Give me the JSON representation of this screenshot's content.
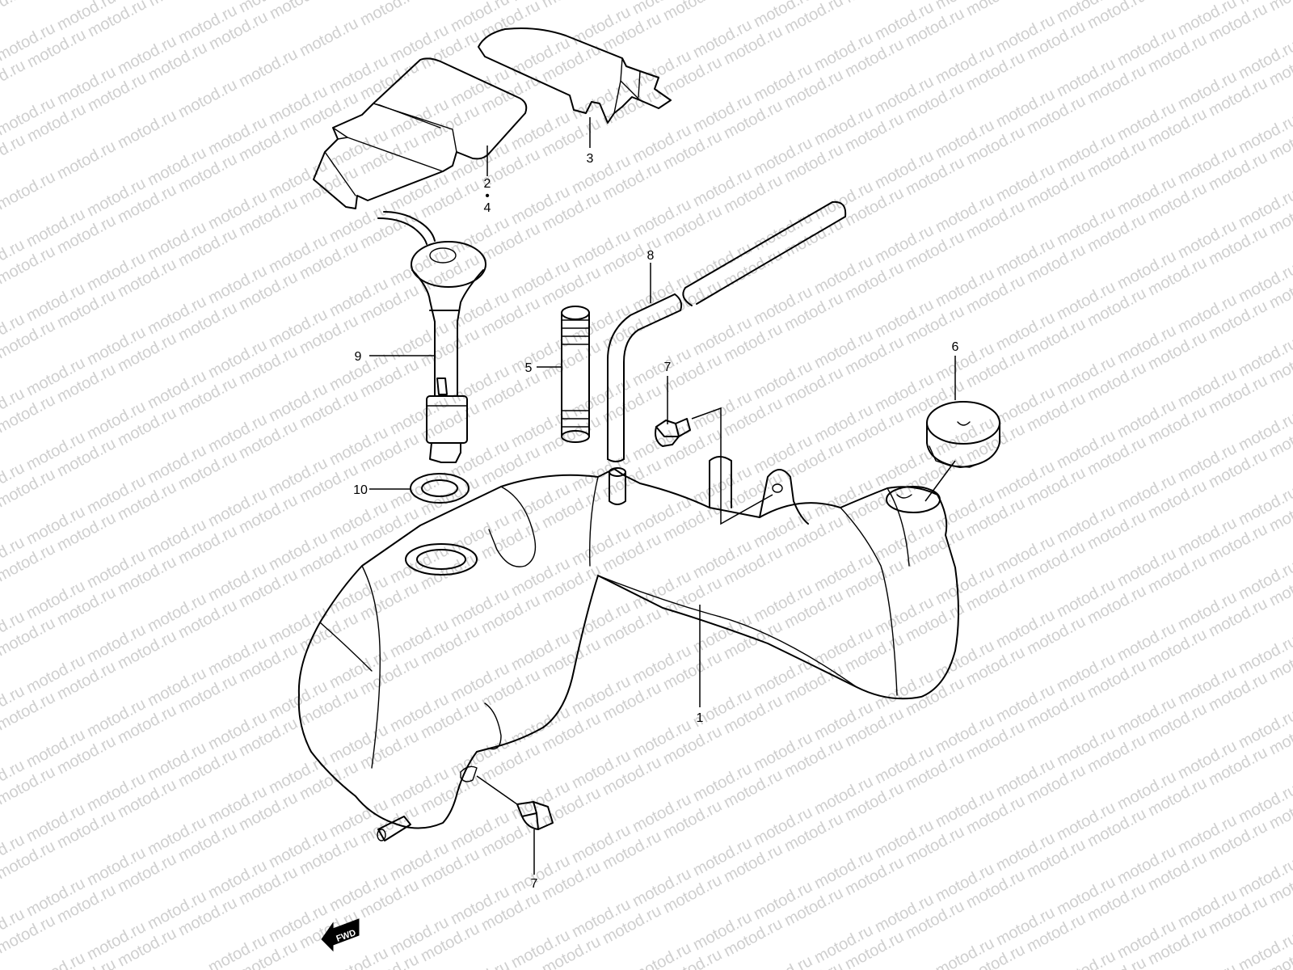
{
  "watermark": {
    "text": "motod.ru",
    "color": "#cfcfcf"
  },
  "callouts": {
    "part_1": "1",
    "part_2": "2",
    "part_2_sep": "•",
    "part_4": "4",
    "part_3": "3",
    "part_5": "5",
    "part_6": "6",
    "part_7_top": "7",
    "part_7_bottom": "7",
    "part_8": "8",
    "part_9": "9",
    "part_10": "10"
  },
  "direction_badge": {
    "text": "FWD",
    "icon": "arrow-left-icon"
  },
  "colors": {
    "line": "#000000",
    "background": "#ffffff"
  }
}
